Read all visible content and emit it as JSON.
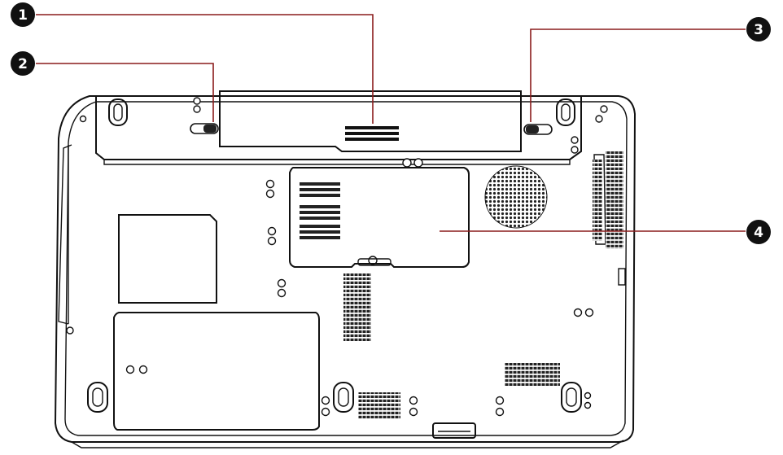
{
  "callouts": [
    {
      "id": 1,
      "label": "1",
      "target": "battery-pack"
    },
    {
      "id": 2,
      "label": "2",
      "target": "battery-lock"
    },
    {
      "id": 3,
      "label": "3",
      "target": "battery-release-latch"
    },
    {
      "id": 4,
      "label": "4",
      "target": "memory-module-cover"
    }
  ],
  "colors": {
    "leader_line": "#8a1c1c",
    "callout_badge": "#111111",
    "outline": "#111111",
    "background": "#ffffff"
  }
}
